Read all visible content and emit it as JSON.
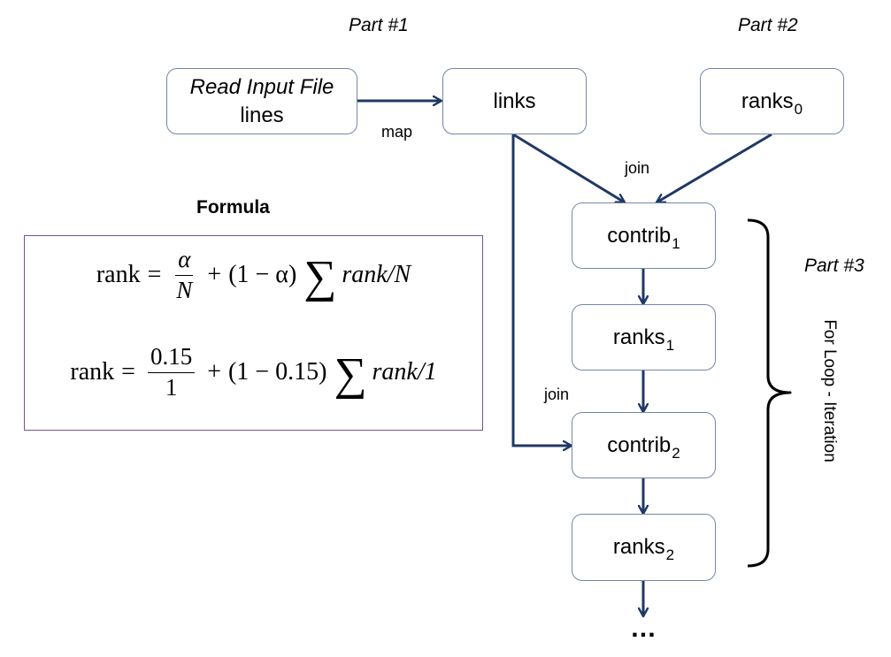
{
  "parts": {
    "part1": "Part #1",
    "part2": "Part #2",
    "part3": "Part #3"
  },
  "nodes": {
    "read_input": {
      "line1": "Read Input File",
      "line2": "lines"
    },
    "links": {
      "label": "links"
    },
    "ranks0": {
      "label": "ranks",
      "sub": "0"
    },
    "contrib1": {
      "label": "contrib",
      "sub": "1"
    },
    "ranks1": {
      "label": "ranks",
      "sub": "1"
    },
    "contrib2": {
      "label": "contrib",
      "sub": "2"
    },
    "ranks2": {
      "label": "ranks",
      "sub": "2"
    }
  },
  "edges": {
    "map": "map",
    "join_top": "join",
    "join_mid": "join"
  },
  "formula": {
    "title": "Formula",
    "eq1": {
      "lhs": "rank",
      "eq": "=",
      "num": "α",
      "den": "N",
      "plus": "+",
      "paren": "(1 − α)",
      "sum": "∑",
      "var": "rank",
      "div": "/N"
    },
    "eq2": {
      "lhs": "rank",
      "eq": "=",
      "num": "0.15",
      "den": "1",
      "plus": "+",
      "paren": "(1 − 0.15)",
      "sum": "∑",
      "var": "rank",
      "div": "/1"
    }
  },
  "loop_label": "For Loop - Iteration",
  "continuation": "…",
  "colors": {
    "arrow": "#1f3864",
    "node_border": "#7388a8",
    "formula_border": "#7a4f9a",
    "brace": "#000000"
  }
}
